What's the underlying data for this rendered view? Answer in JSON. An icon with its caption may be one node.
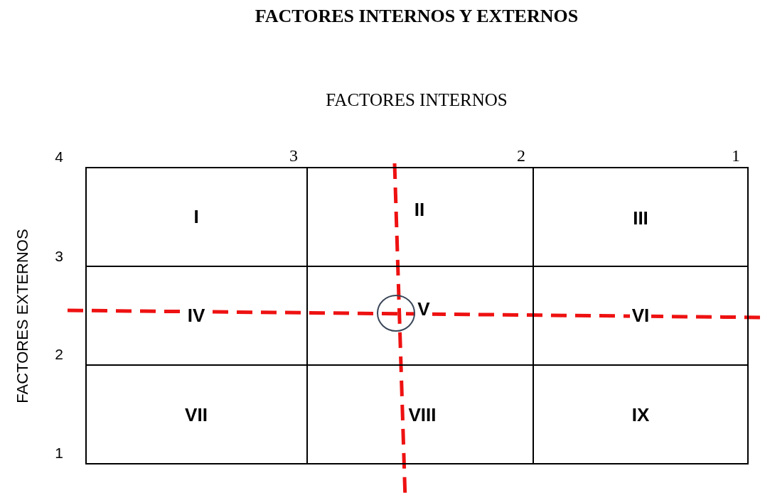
{
  "diagram": {
    "title": "FACTORES INTERNOS Y EXTERNOS",
    "nodes": [
      {
        "text": [
          "I"
        ]
      },
      {
        "text": [
          "II"
        ]
      },
      {
        "text": [
          "III"
        ]
      },
      {
        "text": [
          "IV"
        ]
      },
      {
        "text": [
          "V"
        ]
      },
      {
        "text": [
          "VI"
        ]
      },
      {
        "text": [
          "VII"
        ]
      },
      {
        "text": [
          "VIII"
        ]
      },
      {
        "text": [
          "IX"
        ]
      }
    ],
    "labels": [
      "FACTORES INTERNOS",
      "4",
      "3",
      "2",
      "1",
      "FACTORES EXTERNOS",
      "3",
      "2",
      "1"
    ]
  }
}
